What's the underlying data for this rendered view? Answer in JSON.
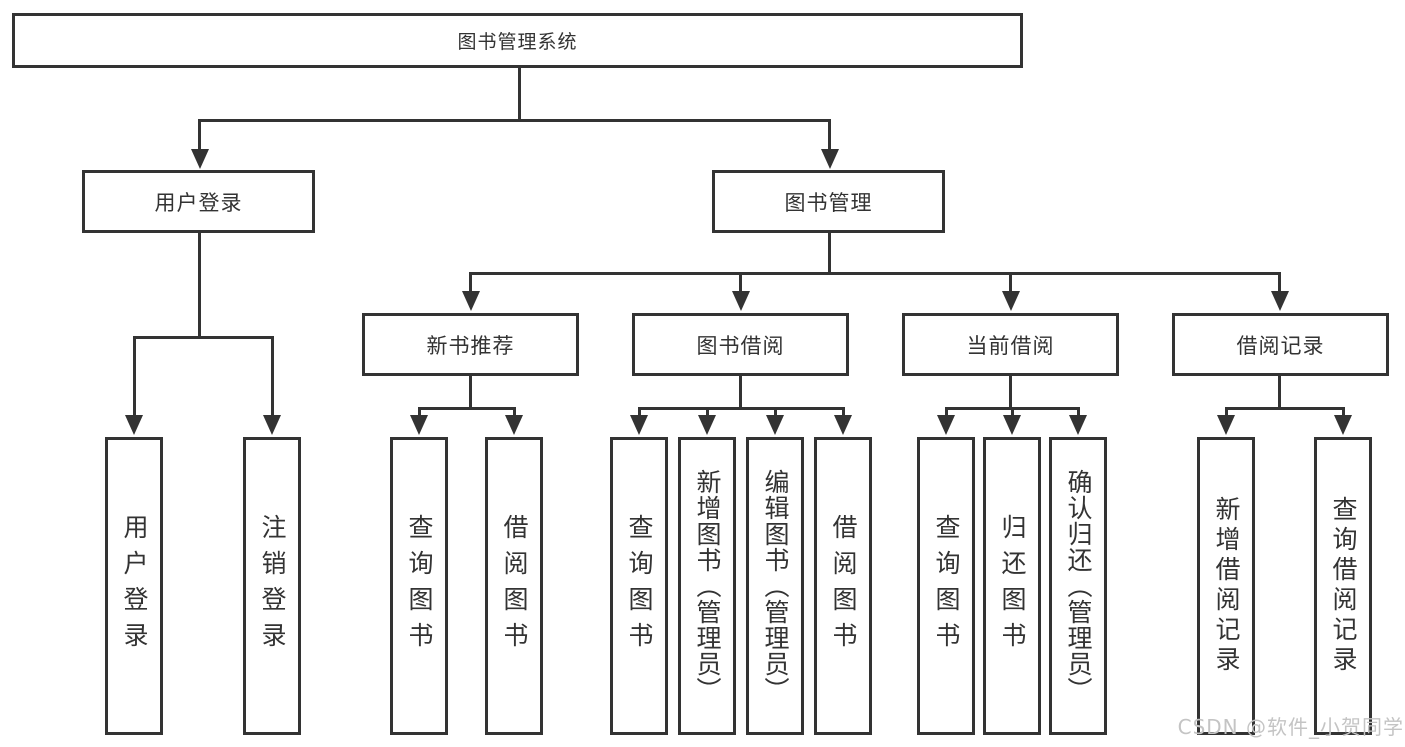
{
  "diagram": {
    "title_node": {
      "label": "图书管理系统"
    },
    "level2": [
      {
        "label": "用户登录"
      },
      {
        "label": "图书管理"
      }
    ],
    "level3": [
      {
        "label": "新书推荐"
      },
      {
        "label": "图书借阅"
      },
      {
        "label": "当前借阅"
      },
      {
        "label": "借阅记录"
      }
    ],
    "leaves": {
      "user_login": [
        {
          "label": "用户登录"
        },
        {
          "label": "注销登录"
        }
      ],
      "new_book": [
        {
          "label": "查询图书"
        },
        {
          "label": "借阅图书"
        }
      ],
      "book_borrow": [
        {
          "label": "查询图书"
        },
        {
          "label": "新增图书（管理员）"
        },
        {
          "label": "编辑图书（管理员）"
        },
        {
          "label": "借阅图书"
        }
      ],
      "current_borrow": [
        {
          "label": "查询图书"
        },
        {
          "label": "归还图书"
        },
        {
          "label": "确认归还（管理员）"
        }
      ],
      "borrow_record": [
        {
          "label": "新增借阅记录"
        },
        {
          "label": "查询借阅记录"
        }
      ]
    },
    "watermark": "CSDN @软件_小贺同学",
    "colors": {
      "line": "#333333",
      "text": "#333333",
      "box_background": "#ffffff",
      "page_background": "#ffffff",
      "watermark": "#c4c4c4"
    }
  }
}
